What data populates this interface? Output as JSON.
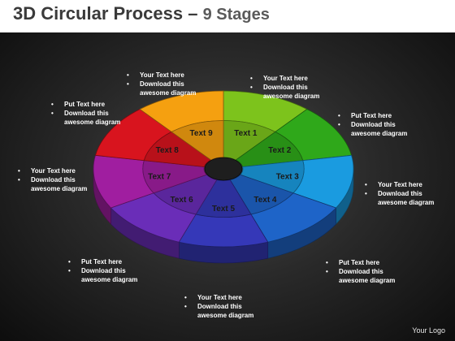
{
  "title": {
    "main": "3D Circular Process",
    "dash": " – ",
    "stages": "9 Stages"
  },
  "segments": [
    {
      "label": "Text 1",
      "color": "#7dc31c"
    },
    {
      "label": "Text 2",
      "color": "#2fa81a"
    },
    {
      "label": "Text 3",
      "color": "#1a9be0"
    },
    {
      "label": "Text 4",
      "color": "#1e64c8"
    },
    {
      "label": "Text 5",
      "color": "#3538b8"
    },
    {
      "label": "Text 6",
      "color": "#6a2db8"
    },
    {
      "label": "Text 7",
      "color": "#a01ea0"
    },
    {
      "label": "Text 8",
      "color": "#d8141e"
    },
    {
      "label": "Text 9",
      "color": "#f5a010"
    }
  ],
  "notes": [
    {
      "line1": "Your Text  here",
      "line2": "Download this",
      "line3": "awesome diagram"
    },
    {
      "line1": "Your Text here",
      "line2": "Download this",
      "line3": "awesome diagram"
    },
    {
      "line1": "Put Text here",
      "line2": "Download this",
      "line3": "awesome diagram"
    },
    {
      "line1": "Your Text here",
      "line2": "Download this",
      "line3": "awesome diagram"
    },
    {
      "line1": "Put Text here",
      "line2": "Download this",
      "line3": "awesome diagram"
    },
    {
      "line1": "Your Text here",
      "line2": "Download this",
      "line3": "awesome diagram"
    },
    {
      "line1": "Put Text  here",
      "line2": "Download this",
      "line3": "awesome diagram"
    },
    {
      "line1": "Your Text  here",
      "line2": "Download this",
      "line3": "awesome diagram"
    },
    {
      "line1": "Put Text  here",
      "line2": "Download this",
      "line3": "awesome diagram"
    }
  ],
  "bullet": "•",
  "logo": "Your Logo"
}
